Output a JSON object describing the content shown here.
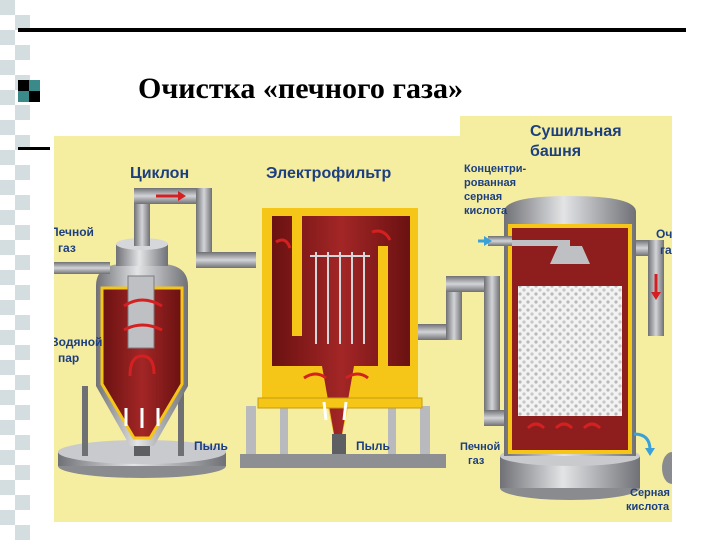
{
  "slide": {
    "title": "Очистка «печного газа»"
  },
  "diagram": {
    "labels": {
      "cyclone": "Циклон",
      "electrofilter": "Электрофильтр",
      "drying_tower_line1": "Сушильная",
      "drying_tower_line2": "башня",
      "furnace_gas_in_line1": "Печной",
      "furnace_gas_in_line2": "газ",
      "water_vapor_line1": "Водяной",
      "water_vapor_line2": "пар",
      "dust_cyclone": "Пыль",
      "dust_filter": "Пыль",
      "conc_acid_line1": "Концентри-",
      "conc_acid_line2": "рованная",
      "conc_acid_line3": "серная",
      "conc_acid_line4": "кислота",
      "furnace_gas_tower_line1": "Печной",
      "furnace_gas_tower_line2": "газ",
      "purified_gas_line1": "Очищенный",
      "purified_gas_line2": "газ",
      "sulfuric_acid_out_line1": "Серная",
      "sulfuric_acid_out_line2": "кислота"
    },
    "colors": {
      "background": "#f5eda0",
      "pipe": "#a8a9ad",
      "vessel_red": "#8e1d1d",
      "vessel_yellow": "#f5c518",
      "label_blue": "#1c3f80",
      "arrow_red": "#d42020",
      "arrow_blue": "#3aa0d8"
    }
  }
}
